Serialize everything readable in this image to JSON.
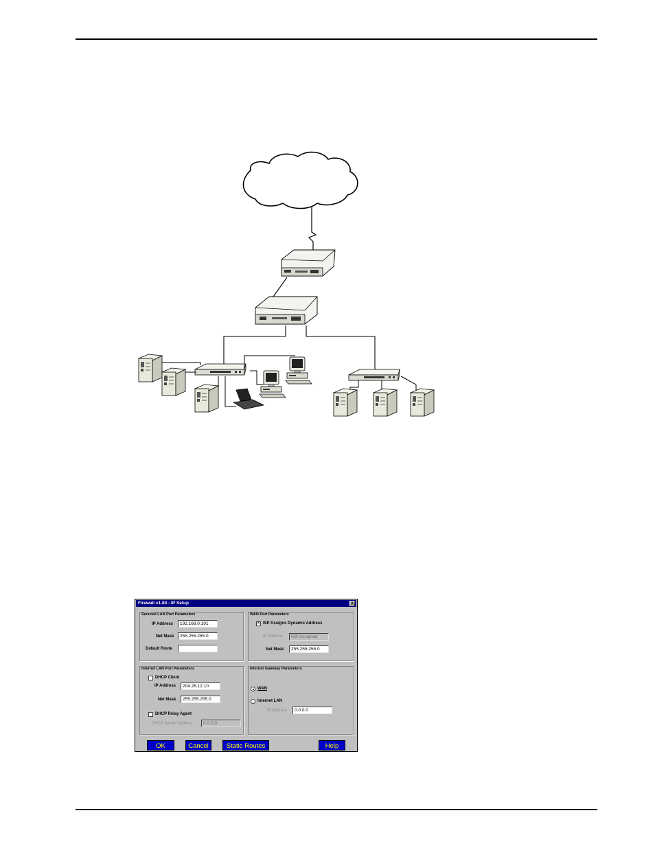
{
  "dialog": {
    "title": "Firewall v1.80 - IP Setup",
    "close_glyph": "X",
    "secured_lan": {
      "title": "Secured LAN Port Parameters",
      "ip_label": "IP Address",
      "ip_value": "192.168.0.101",
      "mask_label": "Net Mask",
      "mask_value": "255.255.255.0",
      "route_label": "Default Route",
      "route_value": ""
    },
    "wan": {
      "title": "WAN Port Parameters",
      "isp_label": "ISP Assigns Dynamic Address",
      "isp_checked": true,
      "ip_label": "IP Address",
      "ip_value": "ISP Assigned",
      "mask_label": "Net Mask",
      "mask_value": "255.255.255.0"
    },
    "internet_lan": {
      "title": "Internet LAN Port Parameters",
      "dhcp_client_label": "DHCP Client",
      "dhcp_client_checked": false,
      "ip_label": "IP Address",
      "ip_value": "204.26.12.10",
      "mask_label": "Net Mask",
      "mask_value": "255.255.255.0",
      "relay_label": "DHCP Relay Agent",
      "relay_checked": false,
      "server_label": "DHCP Server Address",
      "server_value": "0.0.0.0"
    },
    "gateway": {
      "title": "Internet Gateway Parameters",
      "wan_label": "WAN",
      "wan_selected": true,
      "lan_label": "Internet LAN",
      "lan_selected": false,
      "ip_label": "IP Address",
      "ip_value": "0.0.0.0"
    },
    "buttons": {
      "ok": "OK",
      "cancel": "Cancel",
      "static_routes": "Static Routes",
      "help": "Help"
    }
  }
}
